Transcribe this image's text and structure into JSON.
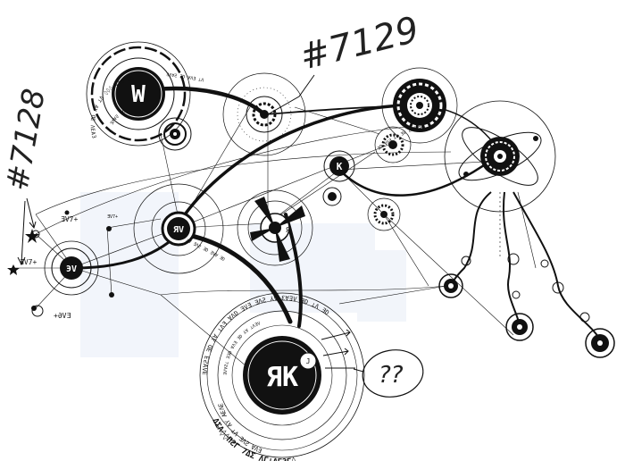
{
  "annotations": {
    "left_number": "#7128",
    "top_number": "#7129",
    "question": "??"
  },
  "node_glyphs": {
    "top_left": "W",
    "center_left": "ЯV",
    "far_left": "ЭV",
    "star_small": "K",
    "node_c": "Я",
    "bottom_main": "ЯK",
    "bottom_badge": "J"
  },
  "small_labels": {
    "far_left_top": "ƎV7+",
    "far_left_mid": "ƎV7+",
    "far_left_bottom": "+ƏVƎ",
    "far_left_side": "ƎV7+"
  },
  "ring_text": {
    "top_left_outer": "Ɛ∀∃V ƎD ⅄Ɐ ⊥Ʌ ◊◊◊ ∀ɅƎ ƎD",
    "top_left_inner": "ƎɅ∀Ƨ ƎD",
    "bottom_outer": "ƎɅ∀ƧƎ ƎD ⅄Ɐ ⊥ɅƎ ∀ɅD ƎVƎ ƎɅƧ ⅄Ɐ Ɛ∀∃V ƎD ⊥Ʌ ƎD",
    "bottom_mid": "ƎV∀Ƨ⊥ ƎƎD ∀ɅƎ ƎD ⅄Ɐ ⊥ɅƎV",
    "bottom_band": "ΔΣΛ◊◊ΠƧΓ 7ΔΣ ΛΓ⊥ΛΓƧΓ◊",
    "bottom_lower": "ƎVƎ∀ ⅄Ɐ ⊥Ʌ ƎɅƧ ∀ɅƎ",
    "path_text_1": "ƎɅ∀Ƨ ƎD ∀ɅƎ ⊥Ʌ",
    "path_text_2": "⅄Ɐ ƎɅƧ ƎD ƎV∀ ƎD",
    "path_text_3": "ƎD ∀ɅƎ ⅄Ɐ ƎV ⊥ɅƎ ƎɅ"
  },
  "colors": {
    "ink": "#111111",
    "paper": "#ffffff",
    "shadow": "#e8edf7"
  }
}
